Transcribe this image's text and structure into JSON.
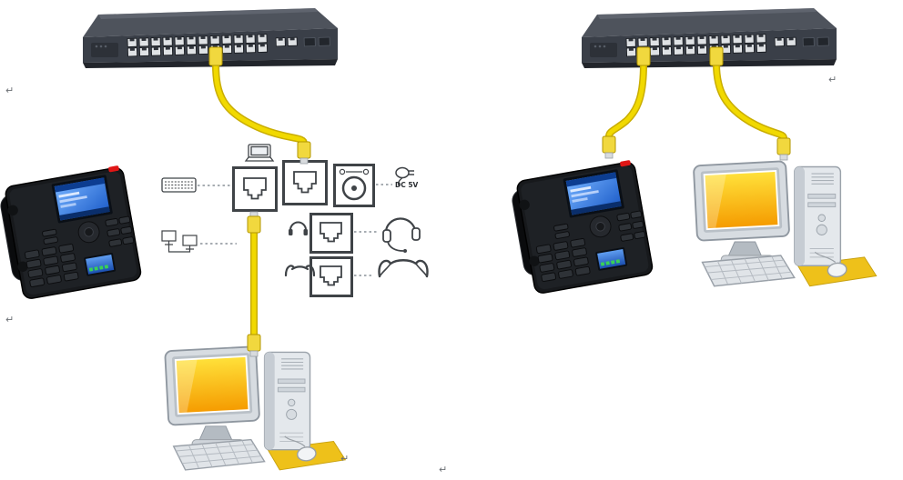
{
  "page": {
    "background": "#ffffff"
  },
  "labels": {
    "power_output": "DC 5V"
  },
  "marks": {
    "glyph": "↵"
  },
  "colors": {
    "cable_yellow": "#f1d900",
    "cable_outline": "#c9ad00",
    "switch_front": "#3a3f48",
    "switch_top": "#4e535c",
    "phone_body": "#17191c",
    "phone_screen_blue": "#2f6fd0",
    "led_red": "#e01616",
    "monitor_screen_yellow": "#ffd400",
    "mousepad_yellow": "#eec11a",
    "line_art": "#3f4347",
    "dashed_connector": "#8a9199"
  },
  "diagram": {
    "scenarios": [
      {
        "id": "shared-port",
        "nodes": [
          "ethernet-switch",
          "ip-phone",
          "phone-rear-panel",
          "desktop-pc"
        ],
        "connections": [
          {
            "from": "ethernet-switch",
            "to": "phone-network-port",
            "medium": "ethernet-cable"
          },
          {
            "from": "phone-pc-port",
            "to": "desktop-pc",
            "medium": "ethernet-cable"
          }
        ]
      },
      {
        "id": "separate-ports",
        "nodes": [
          "ethernet-switch",
          "ip-phone",
          "desktop-pc"
        ],
        "connections": [
          {
            "from": "ethernet-switch",
            "to": "ip-phone",
            "medium": "ethernet-cable"
          },
          {
            "from": "ethernet-switch",
            "to": "desktop-pc",
            "medium": "ethernet-cable"
          }
        ]
      }
    ],
    "rear_panel": {
      "ports": [
        {
          "id": "pc-port",
          "linked_icon": "keyboard-icon"
        },
        {
          "id": "network-port",
          "linked_icon": "laptop-icon"
        },
        {
          "id": "lan-uplink",
          "linked_icon": "lan-icon"
        },
        {
          "id": "power-port",
          "linked_icon": "power-adapter-icon",
          "label": "DC 5V"
        },
        {
          "id": "headset-port",
          "linked_icon": "headset-icon"
        },
        {
          "id": "handset-port",
          "linked_icon": "handset-icon"
        }
      ]
    }
  }
}
